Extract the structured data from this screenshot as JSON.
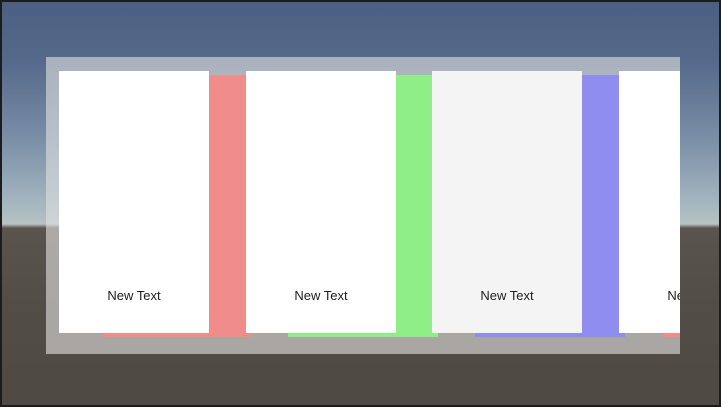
{
  "scroll_view": {
    "items": [
      {
        "text": "New Text",
        "card_color": "#ffffff",
        "strip_color": "#f08c89"
      },
      {
        "text": "New Text",
        "card_color": "#ffffff",
        "strip_color": "#8fee88"
      },
      {
        "text": "New Text",
        "card_color": "#f4f4f4",
        "strip_color": "#8f8ef0"
      },
      {
        "text": "New Text",
        "card_color": "#ffffff",
        "strip_color": "#f08c89"
      }
    ]
  }
}
